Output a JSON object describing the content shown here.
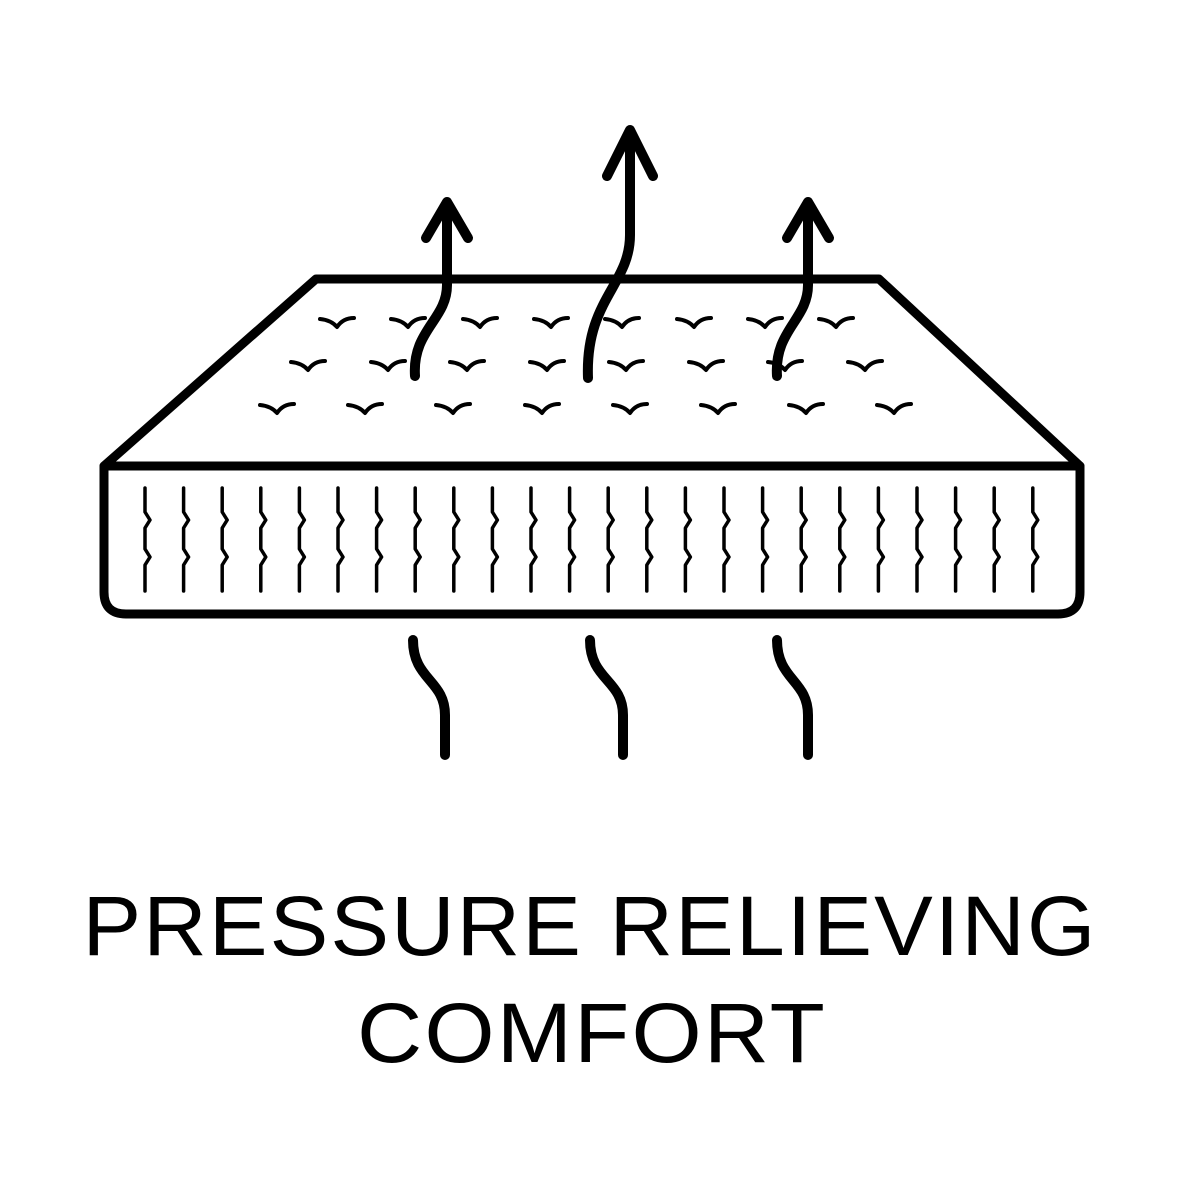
{
  "caption": {
    "line1": "PRESSURE RELIEVING",
    "line2": "COMFORT"
  },
  "icon": {
    "name": "mattress-airflow-icon",
    "arrows_up": 3,
    "heat_waves": 3,
    "spring_columns": 24
  },
  "colors": {
    "stroke": "#000000",
    "background": "#ffffff"
  }
}
